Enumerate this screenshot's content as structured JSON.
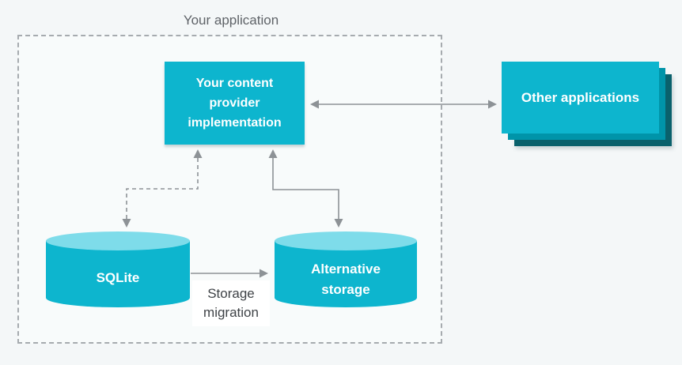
{
  "title": "Your application",
  "nodes": {
    "content_provider": {
      "label": "Your content\nprovider\nimplementation"
    },
    "other_applications": {
      "label": "Other applications"
    },
    "sqlite": {
      "label": "SQLite"
    },
    "alternative_storage": {
      "label": "Alternative\nstorage"
    }
  },
  "annotations": {
    "storage_migration": "Storage\nmigration"
  },
  "colors": {
    "node_fill": "#0db5ce",
    "cylinder_top": "#7edcea",
    "stack_mid": "#0094a9",
    "stack_back": "#0a616c",
    "arrow": "#8d9296",
    "boundary_dash": "#a6abaf",
    "title_text": "#5f6368",
    "annotation_text": "#3f4347",
    "background": "#f4f7f8"
  }
}
